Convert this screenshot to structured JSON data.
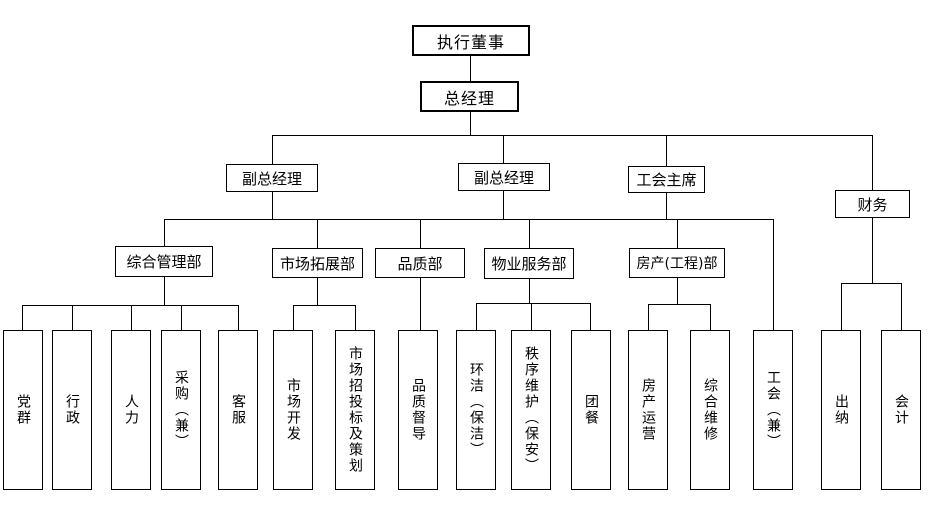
{
  "colors": {
    "background": "#ffffff",
    "line": "#000000",
    "text": "#000000"
  },
  "org": {
    "executive_director": "执行董事",
    "general_manager": "总经理",
    "deputy_gm_1": "副总经理",
    "deputy_gm_2": "副总经理",
    "union_chairman": "工会主席",
    "finance": "财务",
    "departments": {
      "general_admin": "综合管理部",
      "market_expansion": "市场拓展部",
      "quality": "品质部",
      "property_service": "物业服务部",
      "realestate_engineering": "房产(工程)部"
    },
    "teams": {
      "party_mass": "党群",
      "administration": "行政",
      "human_resources": "人力",
      "procurement": "采购（兼）",
      "customer_service": "客服",
      "market_development": "市场开发",
      "bidding_planning": "市场招投标及策划",
      "quality_supervision": "品质督导",
      "cleaning": "环洁（保洁）",
      "security": "秩序维护（保安）",
      "group_catering": "团餐",
      "realestate_operations": "房产运营",
      "maintenance": "综合维修",
      "labor_union": "工会（兼）",
      "cashier": "出纳",
      "accounting": "会计"
    }
  }
}
